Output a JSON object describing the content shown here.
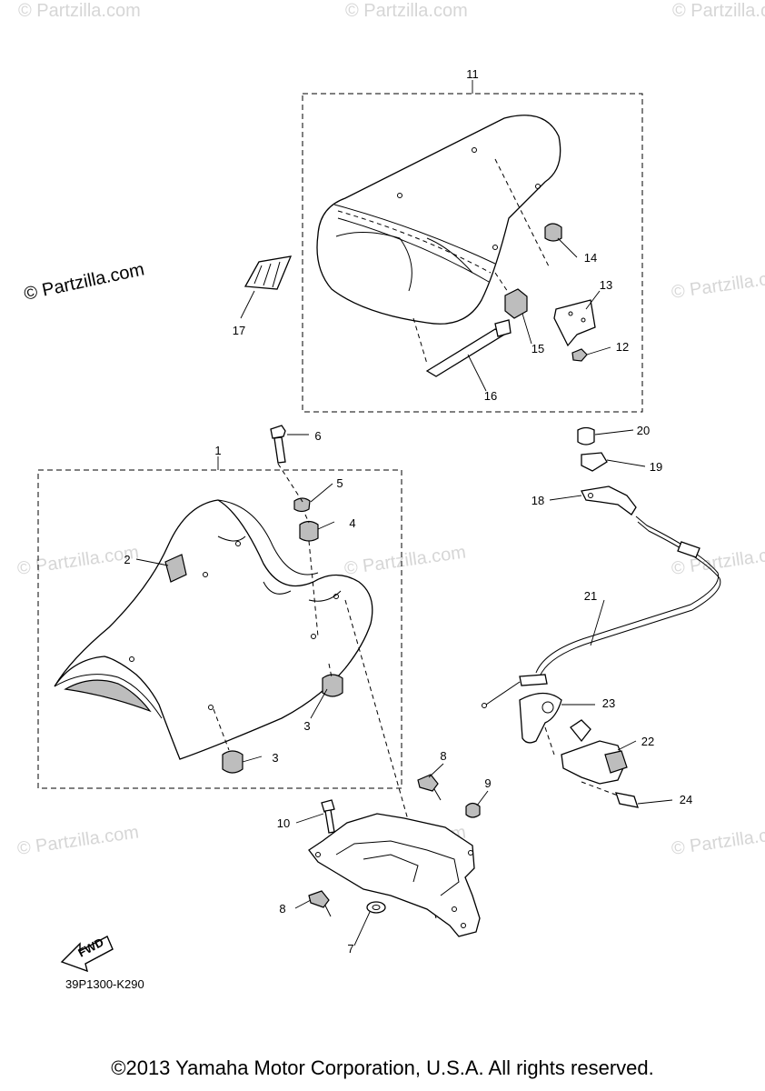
{
  "diagram_code": "39P1300-K290",
  "copyright": "©2013 Yamaha Motor Corporation, U.S.A. All rights reserved.",
  "watermark": "© Partzilla.com",
  "fwd_label": "FWD",
  "callouts": [
    "1",
    "2",
    "3",
    "3",
    "4",
    "5",
    "6",
    "7",
    "8",
    "8",
    "9",
    "10",
    "11",
    "12",
    "13",
    "14",
    "15",
    "16",
    "17",
    "18",
    "19",
    "20",
    "21",
    "22",
    "23",
    "24"
  ]
}
